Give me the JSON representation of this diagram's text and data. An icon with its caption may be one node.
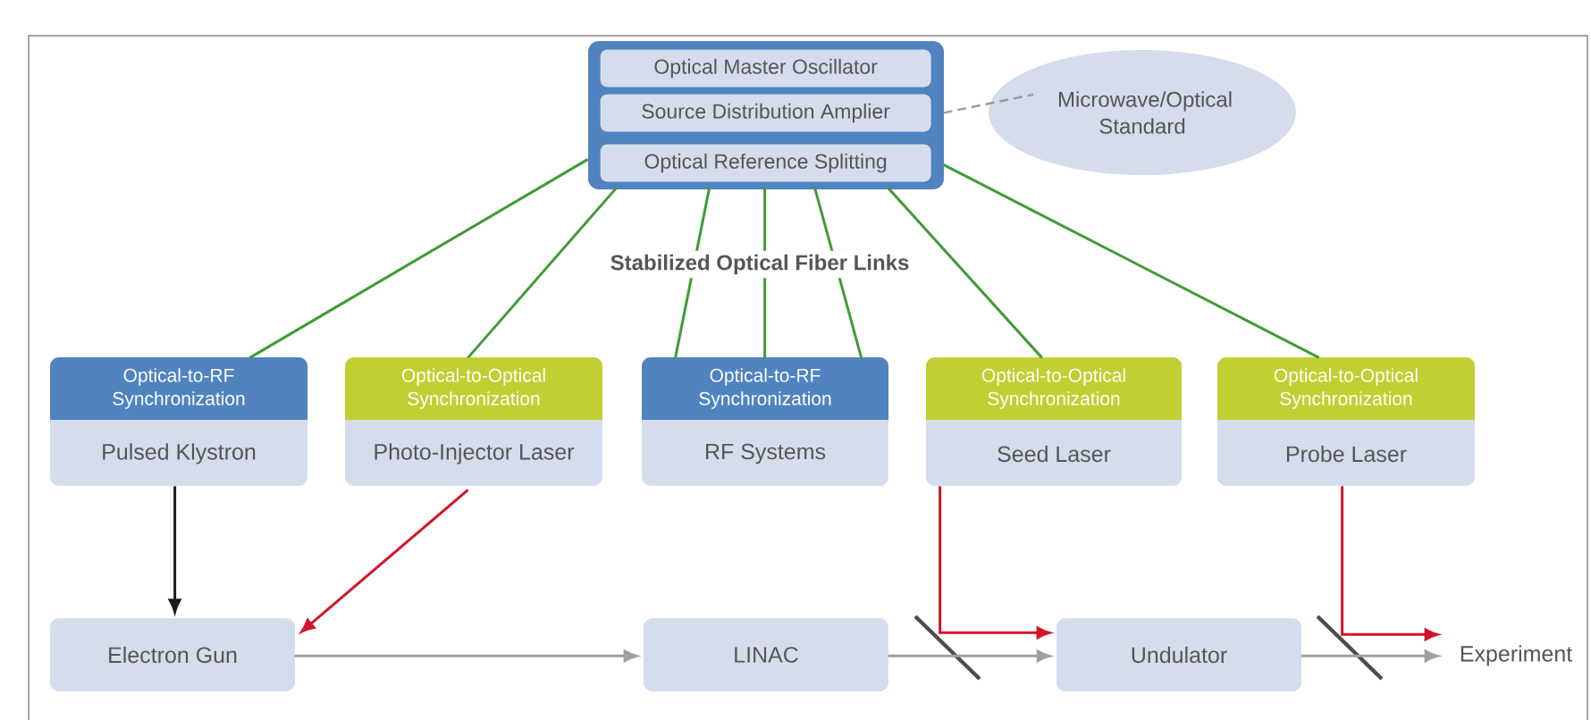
{
  "diagram": {
    "nodes": [
      {
        "text": [],
        "shape": "box"
      },
      {
        "text": [
          "Optical Master Oscillator"
        ],
        "in": 0
      },
      {
        "text": [
          "Source Distribution Amplier"
        ],
        "in": 0
      },
      {
        "text": [
          "Optical Reference Splitting"
        ],
        "in": 0
      },
      {
        "text": [
          "Microwave/Optical Standard"
        ]
      },
      {
        "text": [
          "Optical-to-RF Synchronization",
          "Pulsed Klystron"
        ]
      },
      {
        "text": [
          "Optical-to-Optical Synchronization",
          "Photo-Injector Laser"
        ]
      },
      {
        "text": [
          "Optical-to-RF Synchronization",
          "RF Systems"
        ]
      },
      {
        "text": [
          "Optical-to-Optical Synchronization",
          "Seed Laser"
        ]
      },
      {
        "text": [
          "Optical-to-Optical Synchronization",
          "Probe Laser"
        ]
      },
      {
        "text": [
          "Electron Gun"
        ]
      },
      {
        "text": [
          "LINAC"
        ]
      },
      {
        "text": [
          "Undulator"
        ]
      },
      {
        "text": [
          "Experiment"
        ]
      }
    ],
    "edges": [
      {
        "from": 0,
        "to": 4,
        "arrow": "none",
        "style": "dashed",
        "color": "#999999"
      },
      {
        "from": 0,
        "to": 5,
        "arrow": "none"
      },
      {
        "from": 0,
        "to": 6,
        "arrow": "none"
      },
      {
        "from": 0,
        "to": 7,
        "arrow": "none"
      },
      {
        "from": 0,
        "to": 7,
        "arrow": "none"
      },
      {
        "from": 0,
        "to": 7,
        "arrow": "none"
      },
      {
        "from": 0,
        "to": 8,
        "arrow": "none"
      },
      {
        "from": 0,
        "to": 9,
        "arrow": "none"
      },
      {
        "from": 5,
        "to": 10,
        "arrow": "to",
        "color": "#1a1a1a"
      },
      {
        "from": 6,
        "to": 10,
        "arrow": "to",
        "color": "#d2152a"
      },
      {
        "from": 10,
        "to": 11,
        "arrow": "to",
        "color": "#a0a0a0"
      },
      {
        "from": 11,
        "to": 12,
        "arrow": "to",
        "color": "#a0a0a0"
      },
      {
        "from": 8,
        "to": 12,
        "arrow": "to",
        "color": "#d2152a"
      },
      {
        "from": 12,
        "to": 13,
        "arrow": "to",
        "color": "#a0a0a0"
      },
      {
        "from": 9,
        "to": 13,
        "arrow": "to",
        "color": "#d2152a"
      }
    ],
    "labels": [
      "Stabilized Optical Fiber Links"
    ]
  }
}
